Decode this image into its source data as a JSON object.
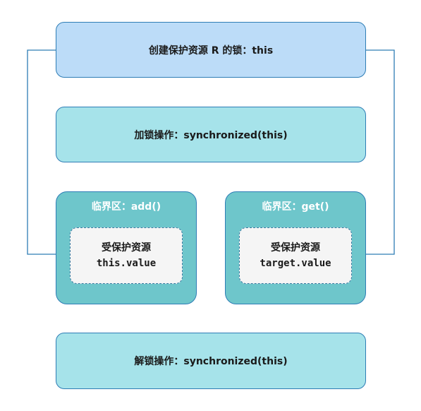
{
  "lock_object": "创建保护资源 R 的锁：this",
  "lock_op": "加锁操作：synchronized(this)",
  "unlock_op": "解锁操作：synchronized(this)",
  "critical_sections": [
    {
      "title": "临界区：add()",
      "resource_label": "受保护资源",
      "resource_value": "this.value"
    },
    {
      "title": "临界区：get()",
      "resource_label": "受保护资源",
      "resource_value": "target.value"
    }
  ],
  "colors": {
    "border": "#2e7db5",
    "top_fill": "#bcdcf8",
    "op_fill": "#a6e3ea",
    "critical_fill": "#6ec6cb",
    "resource_fill": "#f5f5f5",
    "connector": "#2e7db5"
  }
}
